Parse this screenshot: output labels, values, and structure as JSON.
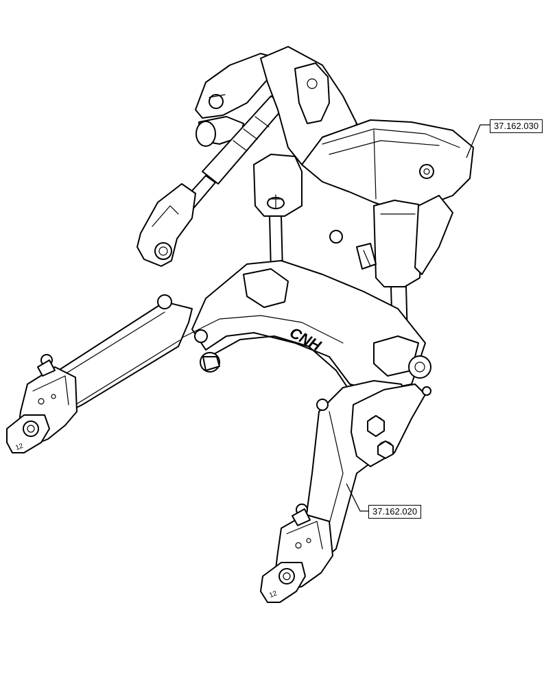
{
  "callouts": [
    {
      "id": "front_lift_frame",
      "label": "37.162.030"
    },
    {
      "id": "lower_link_arms",
      "label": "37.162.020"
    }
  ],
  "logo": {
    "text": "CNH"
  },
  "hook_marks": {
    "left": "12",
    "right": "12"
  }
}
